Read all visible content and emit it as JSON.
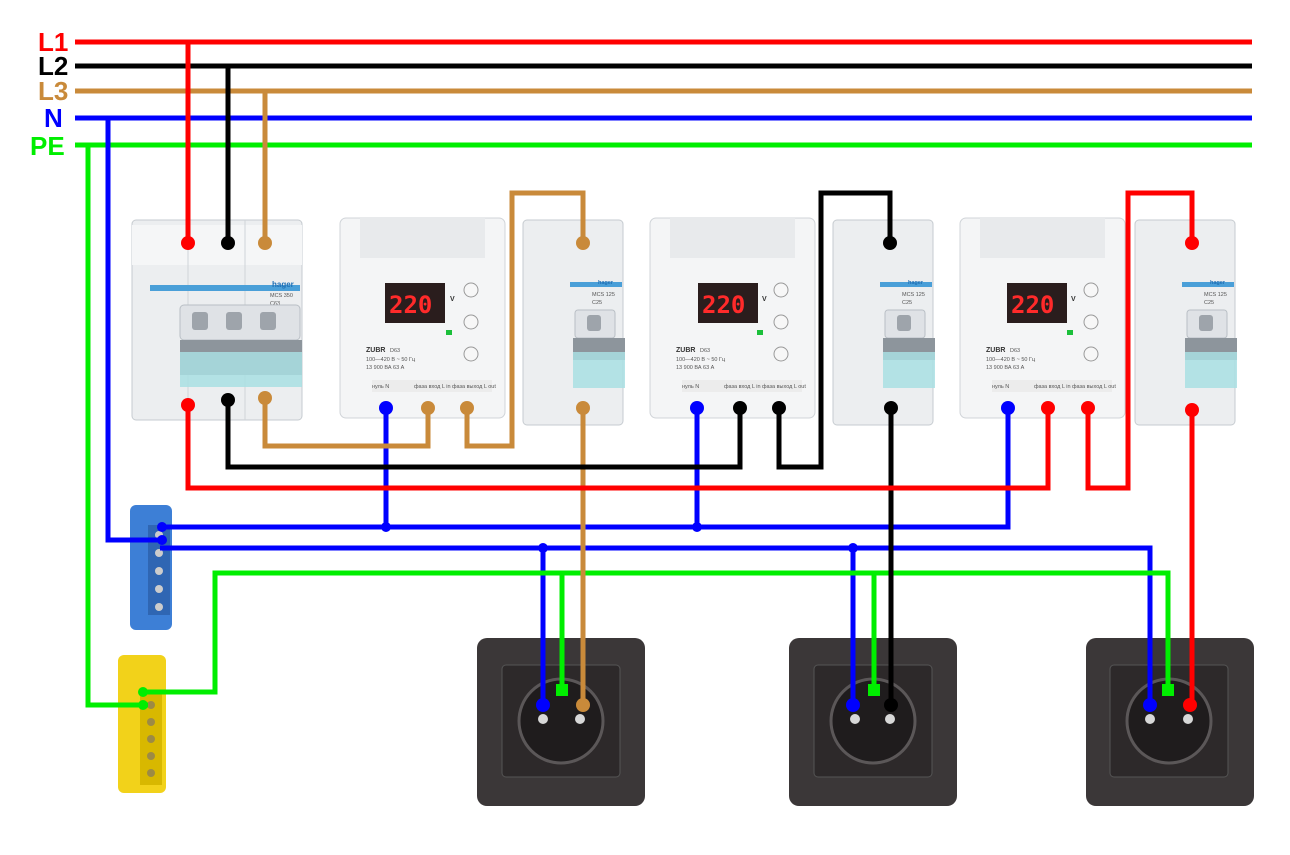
{
  "buses": [
    {
      "label": "L1",
      "color": "#ff0000"
    },
    {
      "label": "L2",
      "color": "#000000"
    },
    {
      "label": "L3",
      "color": "#c98a3a"
    },
    {
      "label": "N",
      "color": "#0000ff"
    },
    {
      "label": "PE",
      "color": "#00ee00"
    }
  ],
  "main_breaker": {
    "brand": "hager",
    "model": "MCS 350",
    "rating": "C63"
  },
  "branch_breakers": [
    {
      "brand": "hager",
      "model": "MCS 125",
      "rating": "C25"
    },
    {
      "brand": "hager",
      "model": "MCS 125",
      "rating": "C25"
    },
    {
      "brand": "hager",
      "model": "MCS 125",
      "rating": "C25"
    }
  ],
  "voltage_relays": [
    {
      "display": "220",
      "unit": "V",
      "brand": "ZUBR",
      "model": "D63",
      "spec1": "100—420 В ~ 50 Гц",
      "spec2": "13 900 ВА   63 А",
      "term_n": "нуль N",
      "term_in": "фаза вход L in",
      "term_out": "фаза выход L out"
    },
    {
      "display": "220",
      "unit": "V",
      "brand": "ZUBR",
      "model": "D63",
      "spec1": "100—420 В ~ 50 Гц",
      "spec2": "13 900 ВА   63 А",
      "term_n": "нуль N",
      "term_in": "фаза вход L in",
      "term_out": "фаза выход L out"
    },
    {
      "display": "220",
      "unit": "V",
      "brand": "ZUBR",
      "model": "D63",
      "spec1": "100—420 В ~ 50 Гц",
      "spec2": "13 900 ВА   63 А",
      "term_n": "нуль N",
      "term_in": "фаза вход L in",
      "term_out": "фаза выход L out"
    }
  ],
  "terminal_blocks": [
    {
      "name": "neutral-bar",
      "color": "#3d7fd6"
    },
    {
      "name": "ground-bar",
      "color": "#f2d21a"
    }
  ],
  "sockets": [
    {
      "phase": "L3"
    },
    {
      "phase": "L2"
    },
    {
      "phase": "L1"
    }
  ]
}
